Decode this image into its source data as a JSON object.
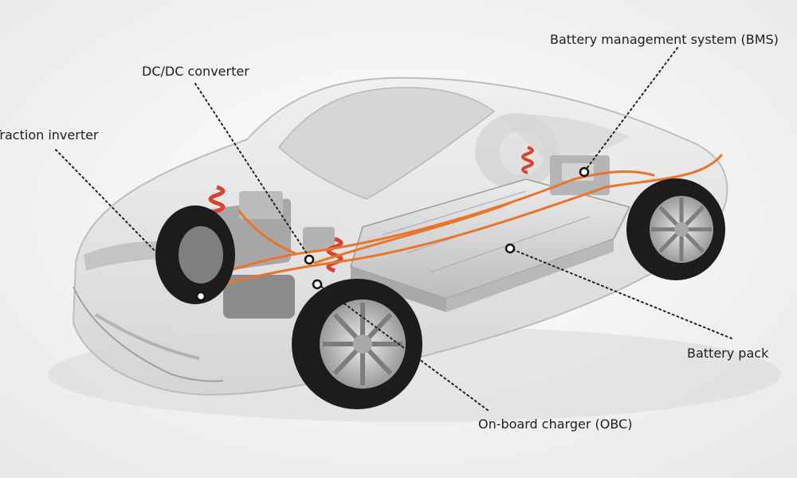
{
  "labels": {
    "bms": "Battery management system (BMS)",
    "dcdc": "DC/DC converter",
    "traction": "Traction inverter",
    "pack": "Battery pack",
    "obc": "On-board charger (OBC)"
  },
  "colors": {
    "background": "#f2f2f2",
    "body": "#e3e3e3",
    "body_outline": "#b9b9b9",
    "glass": "#cfcfcf",
    "battery": "#d6d6d6",
    "cable": "#e8752a",
    "spring": "#d8432f",
    "tire": "#1c1c1c",
    "rim": "#c9c9c9",
    "leader": "#222222",
    "text": "#1e1e1e"
  }
}
